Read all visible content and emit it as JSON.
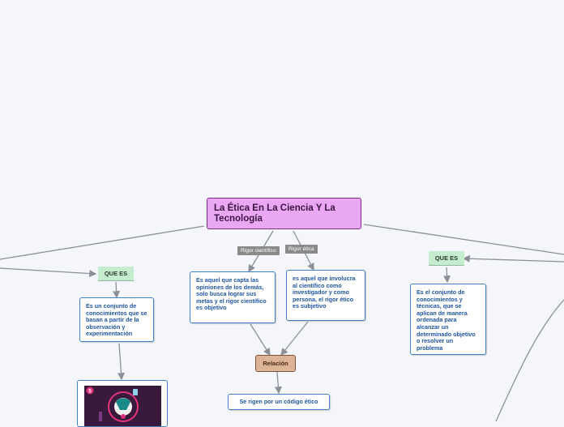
{
  "central": {
    "title": "La Ética En La Ciencia Y La Tecnología"
  },
  "left": {
    "tag": "QUE ES",
    "definition": "Es un conjunto de conocimientos que se  basan a partir de la observación y experimentación"
  },
  "middle": {
    "edge_label_1": "Rigor científico",
    "edge_label_2": "Rigor ética",
    "scientific_text": "Es aquel que capta las opiniones de los demás, solo busca lograr sus metas y el rigor científico es objetivo",
    "ethical_text": "es aquel que involucra al científico como investigador y como persona, el rigor ético es subjetivo",
    "relation": "Relación",
    "conclusion": "Se rigen por un código ético"
  },
  "right": {
    "tag": "QUE ES",
    "definition": "Es el conjunto de conocimientos y técnicas, que se aplican de manera ordenada para alcanzar un determinado objetivo o resolver un problema"
  },
  "colors": {
    "central_fill": "#eaa8f4",
    "box_border": "#3f82c6",
    "box_text": "#1f56a4",
    "tag_fill": "#c6ecd0",
    "relation_fill": "#ddb596",
    "edge": "#8a8f98"
  }
}
